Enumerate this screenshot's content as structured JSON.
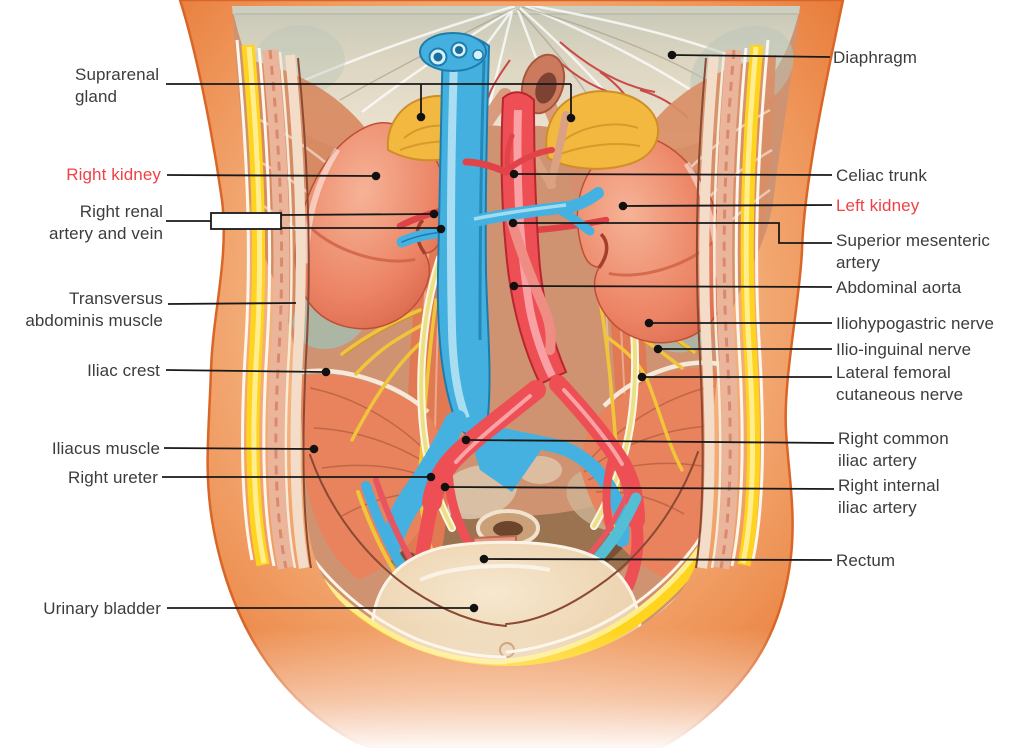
{
  "figure": {
    "type": "anatomical-diagram",
    "subject": "Posterior abdominal wall with kidneys, great vessels, nerves and pelvic organs"
  },
  "palette": {
    "background": "#ffffff",
    "skin": "#f2a873",
    "skin_edge": "#e06f2e",
    "fat_yellow": "#ffd41e",
    "artery_red": "#ee4f55",
    "vein_blue": "#45b1e0",
    "nerve_yellow": "#f0c53a",
    "kidney": "#ec8465",
    "suprarenal_gland": "#f2b83f",
    "diaphragm": "#dfd8c4",
    "pelvis_brown": "#9c7350",
    "bladder": "#eed7ba",
    "label_text": "#3c3c3c",
    "label_emphasis": "#ef4146",
    "leader_line": "#191919"
  },
  "labels": {
    "left": [
      {
        "id": "suprarenal-gland",
        "text": "Suprarenal\ngland",
        "emphasis": false
      },
      {
        "id": "right-kidney",
        "text": "Right kidney",
        "emphasis": true
      },
      {
        "id": "right-renal-artery-and-vein",
        "text": "Right renal\nartery and vein",
        "emphasis": false
      },
      {
        "id": "transversus-abdominis-muscle",
        "text": "Transversus\nabdominis muscle",
        "emphasis": false
      },
      {
        "id": "iliac-crest",
        "text": "Iliac crest",
        "emphasis": false
      },
      {
        "id": "iliacus-muscle",
        "text": "Iliacus muscle",
        "emphasis": false
      },
      {
        "id": "right-ureter",
        "text": "Right ureter",
        "emphasis": false
      },
      {
        "id": "urinary-bladder",
        "text": "Urinary bladder",
        "emphasis": false
      }
    ],
    "right": [
      {
        "id": "diaphragm",
        "text": "Diaphragm",
        "emphasis": false
      },
      {
        "id": "celiac-trunk",
        "text": "Celiac trunk",
        "emphasis": false
      },
      {
        "id": "left-kidney",
        "text": "Left kidney",
        "emphasis": true
      },
      {
        "id": "superior-mesenteric-artery",
        "text": "Superior mesenteric\nartery",
        "emphasis": false
      },
      {
        "id": "abdominal-aorta",
        "text": "Abdominal aorta",
        "emphasis": false
      },
      {
        "id": "iliohypogastric-nerve",
        "text": "Iliohypogastric nerve",
        "emphasis": false
      },
      {
        "id": "ilio-inguinal-nerve",
        "text": "Ilio-inguinal nerve",
        "emphasis": false
      },
      {
        "id": "lateral-femoral-cutaneous-nerve",
        "text": "Lateral femoral\ncutaneous nerve",
        "emphasis": false
      },
      {
        "id": "right-common-iliac-artery",
        "text": "Right common\niliac artery",
        "emphasis": false
      },
      {
        "id": "right-internal-iliac-artery",
        "text": "Right internal\niliac artery",
        "emphasis": false
      },
      {
        "id": "rectum",
        "text": "Rectum",
        "emphasis": false
      }
    ]
  }
}
